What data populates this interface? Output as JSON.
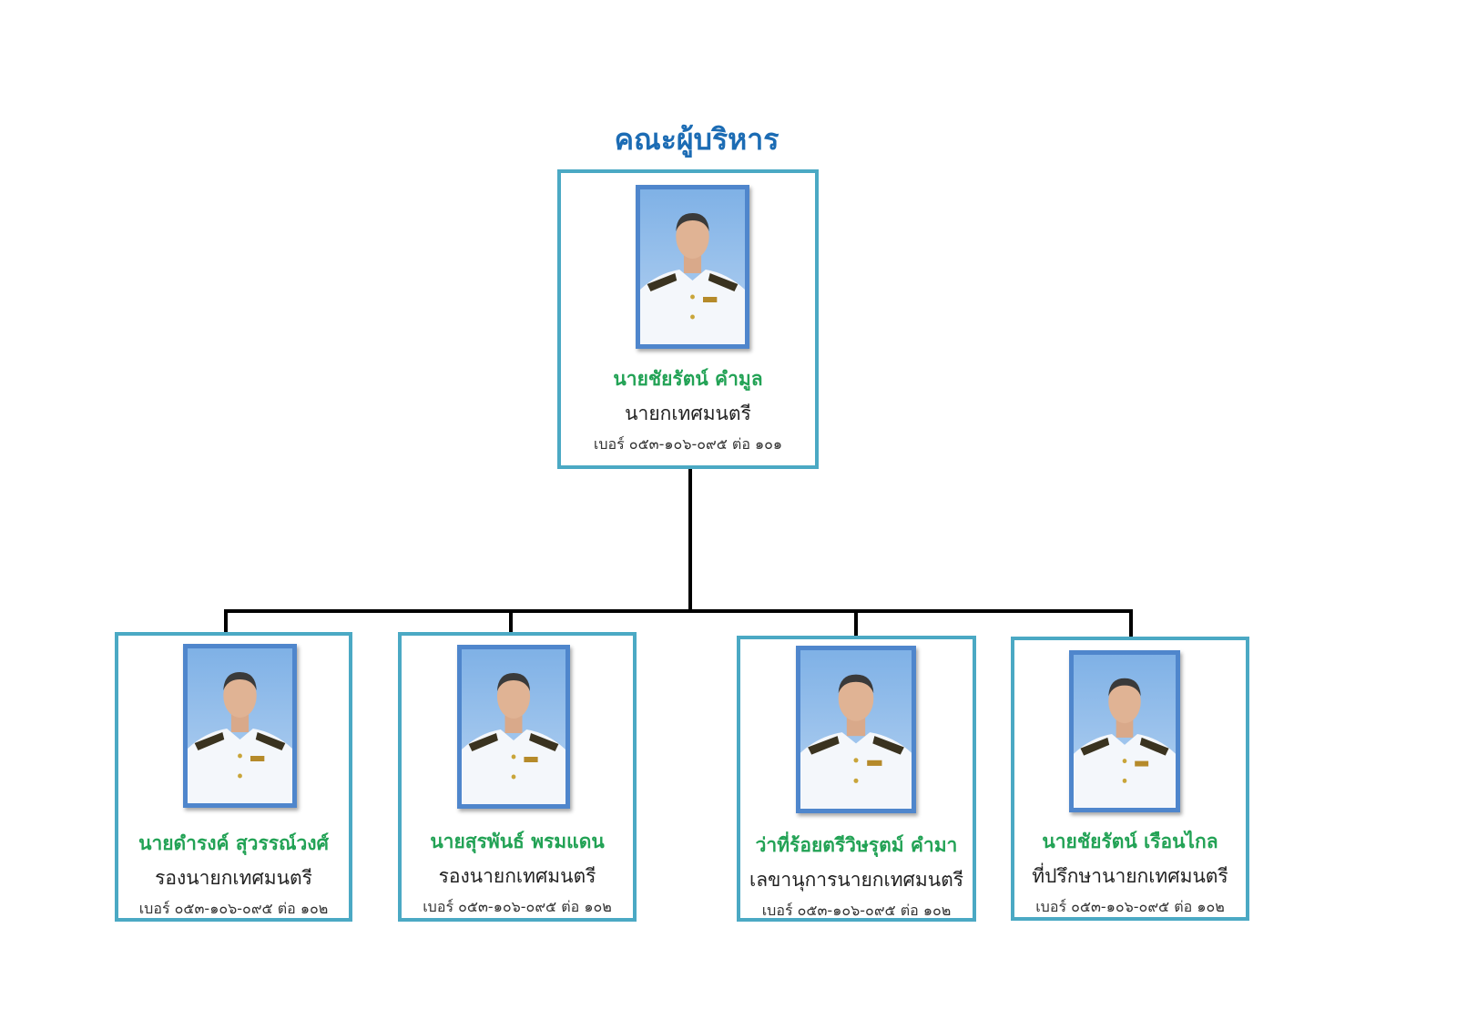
{
  "title": "คณะผู้บริหาร",
  "colors": {
    "title": "#1c6cb4",
    "name": "#22a255",
    "border": "#4ba9c4",
    "photo_frame": "#4f86cc"
  },
  "head": {
    "name": "นายชัยรัตน์ คำมูล",
    "role": "นายกเทศมนตรี",
    "phone": "เบอร์ ๐๕๓-๑๐๖-๐๙๕ ต่อ ๑๐๑",
    "photo": "portrait-photo"
  },
  "members": [
    {
      "name": "นายดำรงค์ สุวรรณ์วงศ์",
      "role": "รองนายกเทศมนตรี",
      "phone": "เบอร์ ๐๕๓-๑๐๖-๐๙๕ ต่อ ๑๐๒",
      "photo": "portrait-photo"
    },
    {
      "name": "นายสุรพันธ์ พรมแดน",
      "role": "รองนายกเทศมนตรี",
      "phone": "เบอร์ ๐๕๓-๑๐๖-๐๙๕ ต่อ ๑๐๒",
      "photo": "portrait-photo"
    },
    {
      "name": "ว่าที่ร้อยตรีวิษรุตม์ คำมา",
      "role": "เลขานุการนายกเทศมนตรี",
      "phone": "เบอร์ ๐๕๓-๑๐๖-๐๙๕ ต่อ ๑๐๒",
      "photo": "portrait-photo"
    },
    {
      "name": "นายชัยรัตน์ เรือนไกล",
      "role": "ที่ปรึกษานายกเทศมนตรี",
      "phone": "เบอร์ ๐๕๓-๑๐๖-๐๙๕ ต่อ ๑๐๒",
      "photo": "portrait-photo"
    }
  ]
}
